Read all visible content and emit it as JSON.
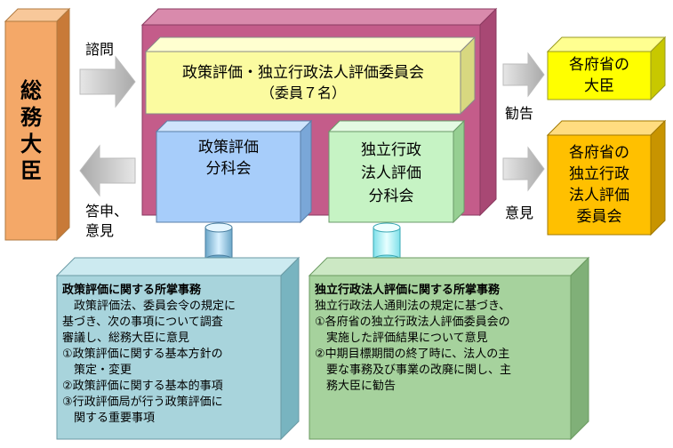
{
  "minister": {
    "chars": [
      "総",
      "務",
      "大",
      "臣"
    ]
  },
  "committee": {
    "title": "政策評価・独立行政法人評価委員会",
    "members": "（委員７名）"
  },
  "policy_subcommittee": {
    "line1": "政策評価",
    "line2": "分科会"
  },
  "agency_subcommittee": {
    "line1": "独立行政",
    "line2": "法人評価",
    "line3": "分科会"
  },
  "ministers_box": {
    "line1": "各府省の",
    "line2": "大臣"
  },
  "ministry_committees_box": {
    "line1": "各府省の",
    "line2": "独立行政",
    "line3": "法人評価",
    "line4": "委員会"
  },
  "arrows": {
    "consult": "諮問",
    "report_line1": "答申、",
    "report_line2": "意見",
    "recommend": "勧告",
    "opinion": "意見"
  },
  "policy_duties": {
    "title": "政策評価に関する所掌事務",
    "lines": [
      "　政策評価法、委員会令の規定に",
      "基づき、次の事項について調査",
      "審議し、総務大臣に意見",
      "①政策評価に関する基本方針の",
      "　策定・変更",
      "②政策評価に関する基本的事項",
      "③行政評価局が行う政策評価に",
      "　関する重要事項"
    ]
  },
  "agency_duties": {
    "title": "独立行政法人評価に関する所掌事務",
    "lines": [
      "独立行政法人通則法の規定に基づき、",
      "①各府省の独立行政法人評価委員会の",
      "　実施した評価結果について意見",
      "②中期目標期間の終了時に、法人の主",
      "　要な事務及び事業の改廃に関し、主",
      "　務大臣に勧告"
    ]
  },
  "colors": {
    "minister": "#f4a868",
    "committee_outer": "#c45c8a",
    "committee_title": "#fbfba0",
    "policy_sub": "#a7cdfa",
    "agency_sub": "#c6f3c4",
    "ministers_box": "#ffff00",
    "ministry_box": "#ffc000",
    "policy_duties": "#a8d4dc",
    "agency_duties": "#a6d29d",
    "arrow": "#c8c8c8"
  }
}
